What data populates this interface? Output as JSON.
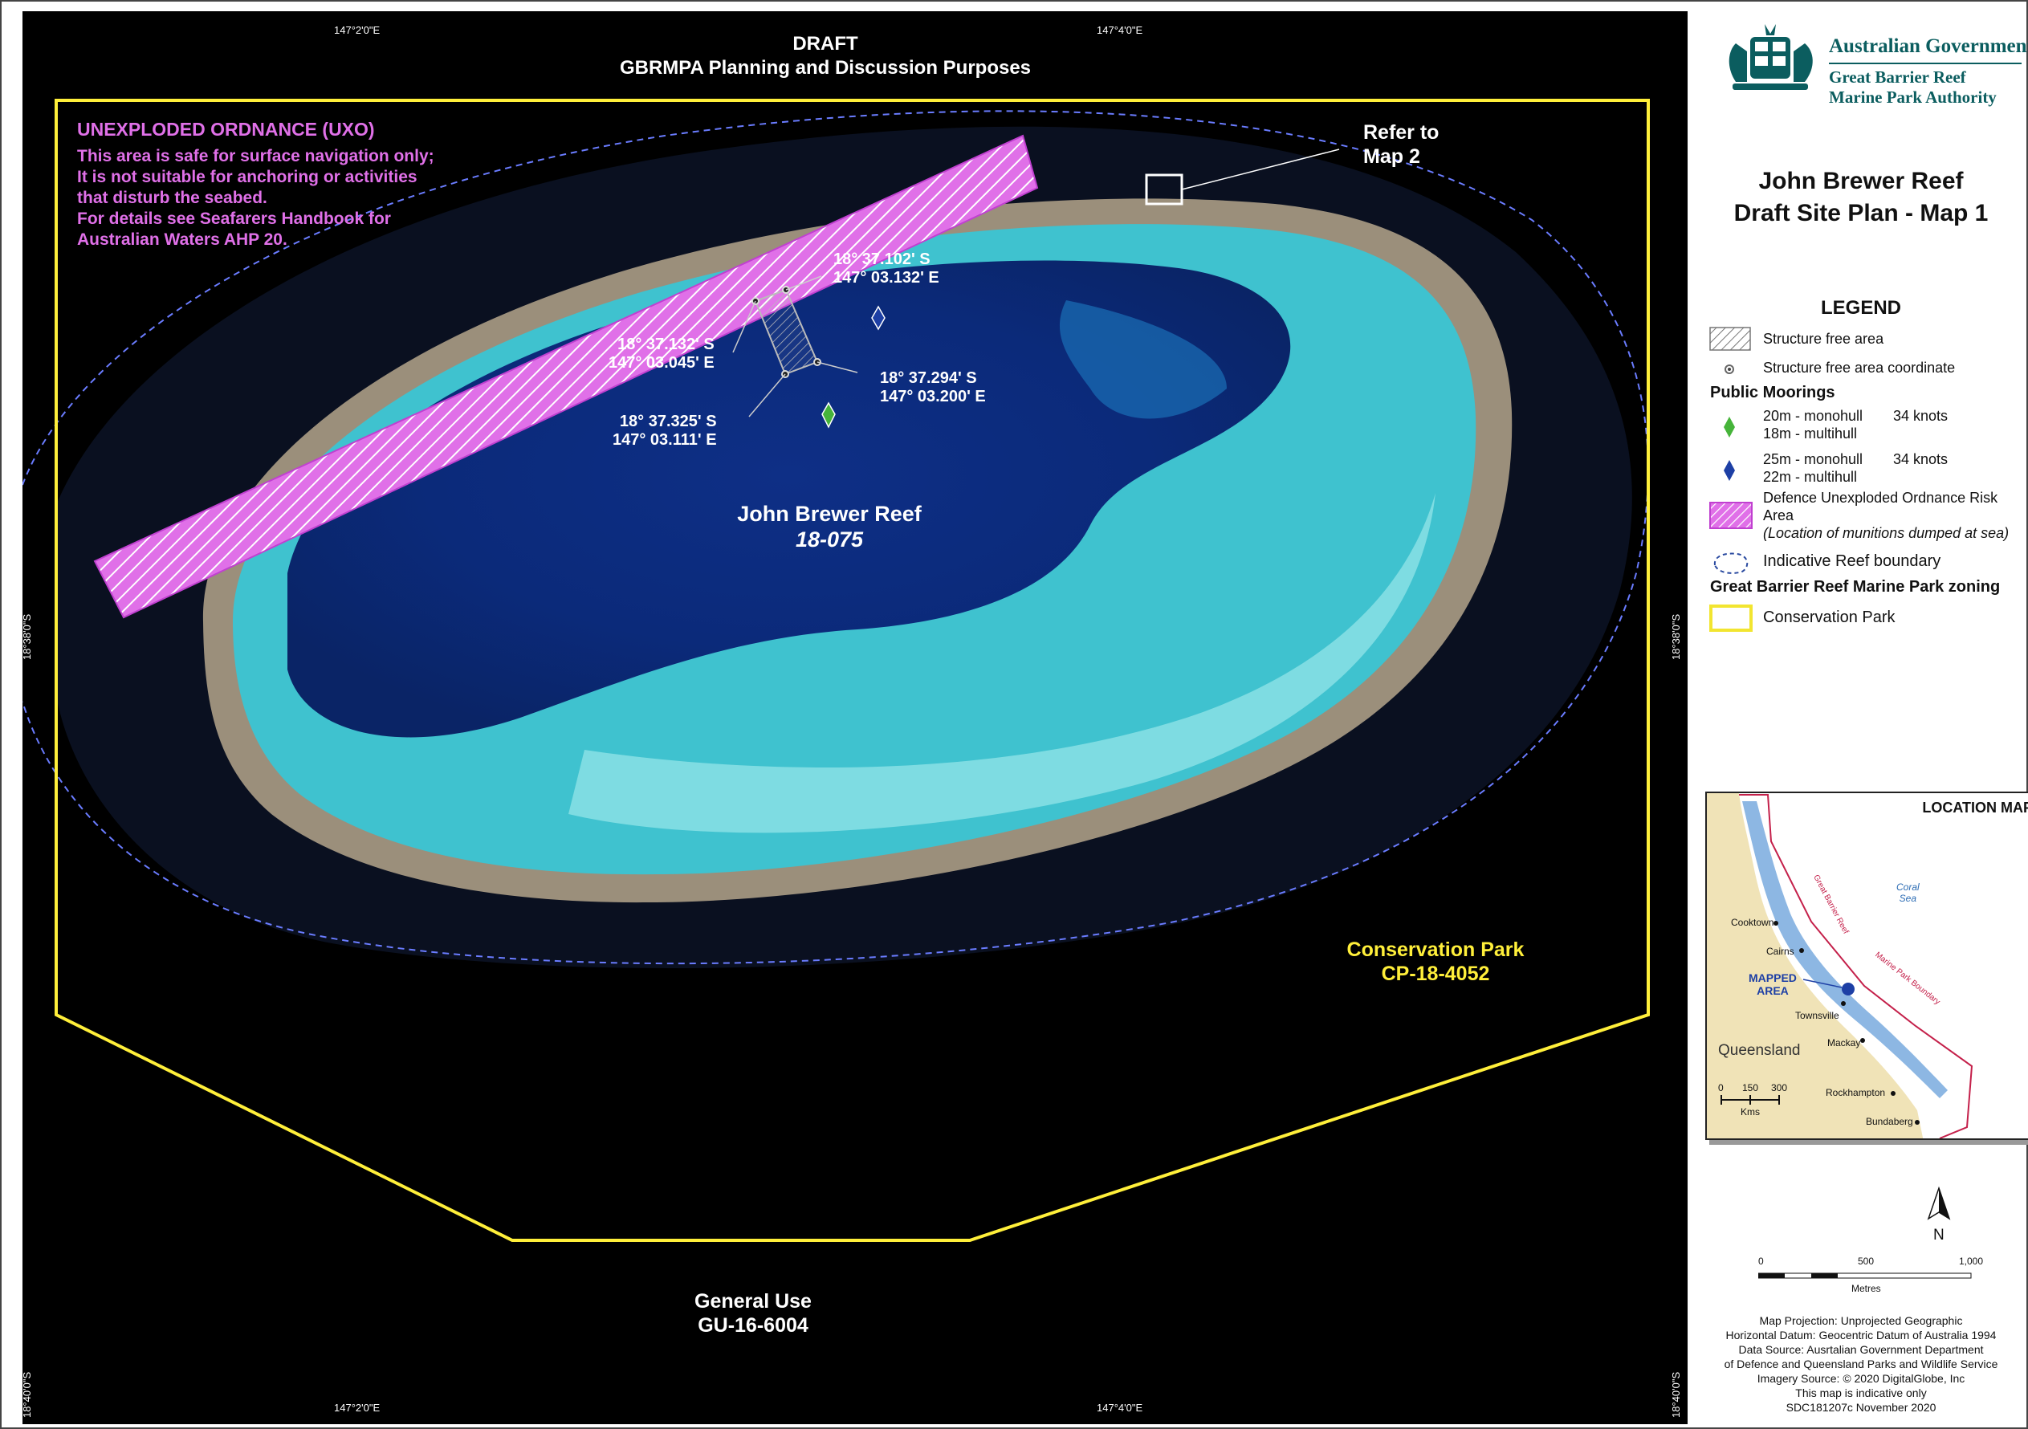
{
  "map": {
    "draft_title": "DRAFT",
    "draft_subtitle": "GBRMPA Planning and Discussion Purposes",
    "grid": {
      "top_left": "147°2'0\"E",
      "top_right": "147°4'0\"E",
      "bottom_left": "147°2'0\"E",
      "bottom_right": "147°4'0\"E",
      "left_upper": "18°38'0\"S",
      "left_lower": "18°40'0\"S",
      "right_upper": "18°38'0\"S",
      "right_lower": "18°40'0\"S"
    },
    "uxo": {
      "heading": "UNEXPLODED ORDNANCE (UXO)",
      "lines": [
        "This area is safe for surface navigation only;",
        "It is not suitable for anchoring or activities",
        "that disturb the seabed.",
        "For details see Seafarers Handbook for",
        "Australian Waters AHP 20."
      ]
    },
    "refer": [
      "Refer to",
      "Map 2"
    ],
    "coords": [
      [
        "18° 37.102' S",
        "147° 03.132' E"
      ],
      [
        "18° 37.132' S",
        "147° 03.045' E"
      ],
      [
        "18° 37.294' S",
        "147° 03.200' E"
      ],
      [
        "18° 37.325' S",
        "147° 03.111' E"
      ]
    ],
    "reef_name": "John Brewer Reef",
    "reef_id": "18-075",
    "conservation_zone": [
      "Conservation Park",
      "CP-18-4052"
    ],
    "general_zone": [
      "General Use",
      "GU-16-6004"
    ],
    "colors": {
      "zone_boundary": "#ffef3a",
      "uxo": "#e070e8",
      "reef_boundary": "#6a7cff",
      "sea": "#000000"
    }
  },
  "header": {
    "gov_title": "Australian Government",
    "gov_sub": [
      "Great Barrier Reef",
      "Marine Park Authority"
    ],
    "gov_icon": "coat-of-arms-icon",
    "plan_title": [
      "John Brewer Reef",
      "Draft Site Plan - Map 1"
    ]
  },
  "legend": {
    "title": "LEGEND",
    "structure_free_area": "Structure free area",
    "structure_free_coord": "Structure free area coordinate",
    "moorings_heading": "Public Moorings",
    "mooring_green": [
      "20m - monohull",
      "18m - multihull",
      "34 knots"
    ],
    "mooring_blue": [
      "25m - monohull",
      "22m - multihull",
      "34 knots"
    ],
    "uxo_area": [
      "Defence Unexploded Ordnance Risk",
      "Area",
      "(Location of munitions dumped at sea)"
    ],
    "reef_boundary": "Indicative Reef boundary",
    "zoning_heading": "Great Barrier Reef Marine Park zoning",
    "conservation": "Conservation Park"
  },
  "location_map": {
    "title": "LOCATION MAP",
    "sea": [
      "Coral",
      "Sea"
    ],
    "boundary_label": [
      "Great Barrier Reef",
      "Marine Park Boundary"
    ],
    "mapped": [
      "MAPPED",
      "AREA"
    ],
    "state": "Queensland",
    "towns": [
      "Cooktown",
      "Cairns",
      "Townsville",
      "Mackay",
      "Rockhampton",
      "Bundaberg"
    ],
    "scale": [
      "0",
      "150",
      "300",
      "Kms"
    ]
  },
  "north_label": "N",
  "scale_bar": {
    "labels": [
      "0",
      "500",
      "1,000"
    ],
    "unit": "Metres"
  },
  "credits": [
    "Map Projection:  Unprojected Geographic",
    "Horizontal Datum:  Geocentric Datum of Australia 1994",
    "Data Source:  Ausrtalian Government Department",
    "of Defence and Queensland Parks and Wildlife Service",
    "Imagery Source: © 2020 DigitalGlobe, Inc",
    "This map is indicative only",
    "SDC181207c  November 2020"
  ]
}
